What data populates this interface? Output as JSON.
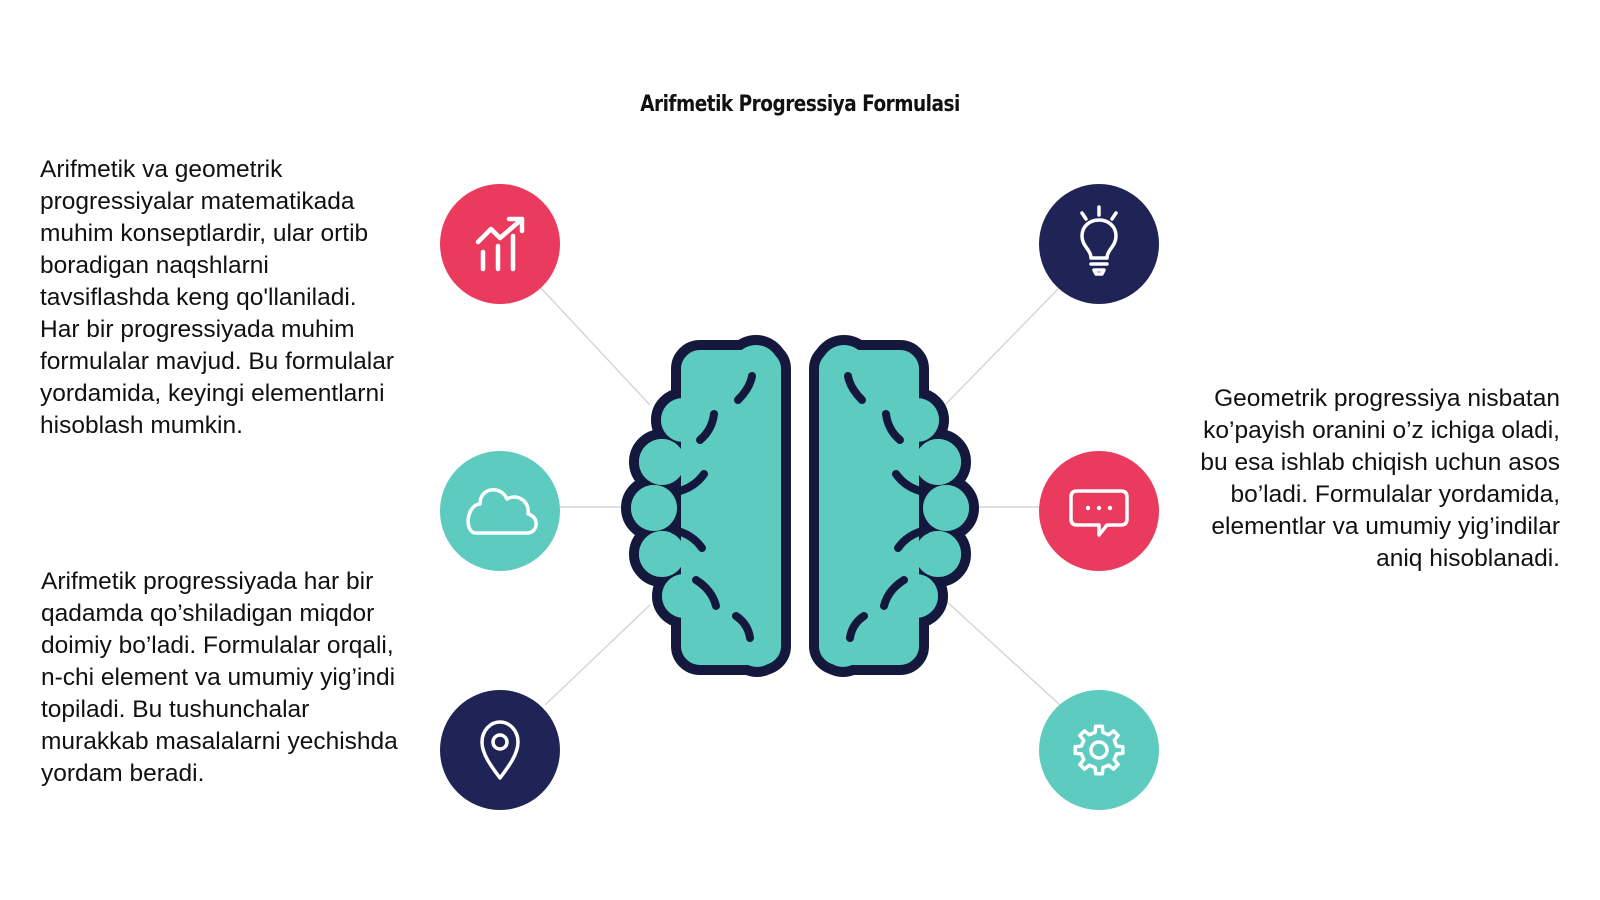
{
  "title": "Arifmetik Progressiya Formulasi",
  "paragraphs": {
    "left_top": "Arifmetik va geometrik progressiyalar matematikada muhim konseptlardir, ular ortib boradigan naqshlarni tavsiflashda keng qo'llaniladi. Har bir progressiyada muhim formulalar mavjud. Bu formulalar yordamida, keyingi elementlarni hisoblash mumkin.",
    "left_bottom": "Arifmetik progressiyada har bir qadamda qo’shiladigan miqdor doimiy bo’ladi. Formulalar orqali, n-chi element va umumiy yig’indi topiladi. Bu tushunchalar murakkab masalalarni yechishda yordam beradi.",
    "right": "Geometrik progressiya nisbatan ko’payish oranini o’z ichiga oladi, bu esa ishlab chiqish uchun asos bo’ladi. Formulalar yordamida, elementlar va umumiy yig’indilar aniq hisoblanadi."
  },
  "icons": [
    {
      "name": "growth-chart-icon",
      "color": "#ea3a5e"
    },
    {
      "name": "cloud-icon",
      "color": "#5ecbc0"
    },
    {
      "name": "location-pin-icon",
      "color": "#1f2356"
    },
    {
      "name": "lightbulb-icon",
      "color": "#1f2356"
    },
    {
      "name": "chat-bubble-icon",
      "color": "#ea3a5e"
    },
    {
      "name": "gear-icon",
      "color": "#5ecbc0"
    }
  ],
  "center_icon": {
    "name": "brain-icon",
    "fill": "#5ecbc0",
    "stroke": "#15183d"
  },
  "connector_color": "#d4d6dc"
}
